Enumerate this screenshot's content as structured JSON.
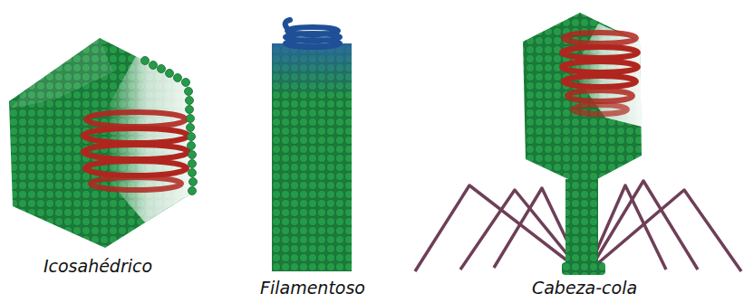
{
  "diagram": {
    "labels": [
      "Icosahédrico",
      "Filamentoso",
      "Cabeza-cola"
    ]
  }
}
